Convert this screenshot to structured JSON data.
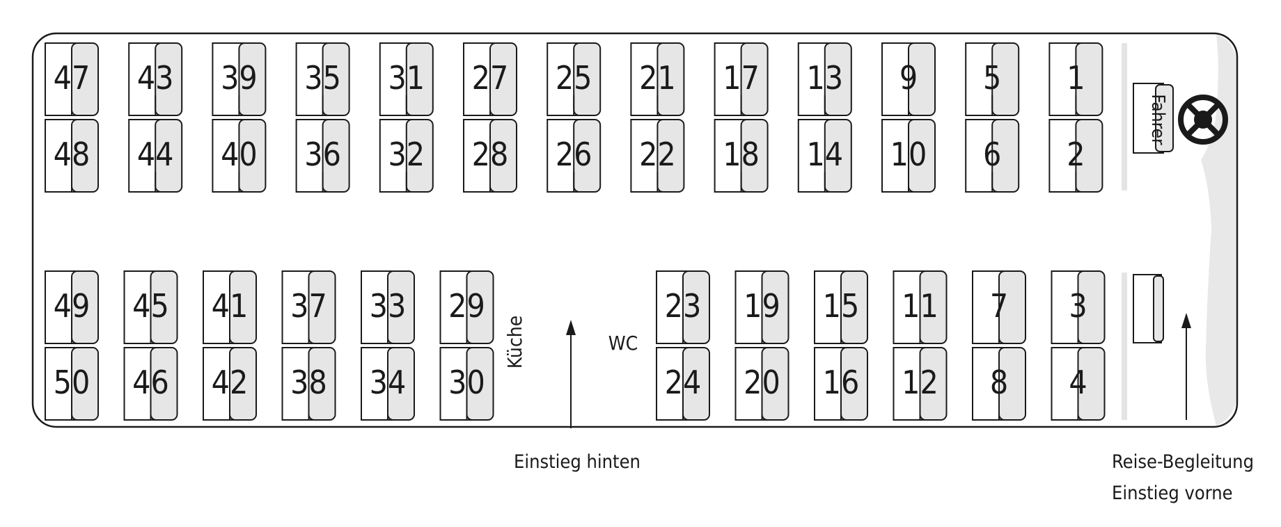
{
  "seats": {
    "upper_row1": [
      "47",
      "43",
      "39",
      "35",
      "31",
      "27",
      "25",
      "21",
      "17",
      "13",
      "9",
      "5",
      "1"
    ],
    "upper_row2": [
      "48",
      "44",
      "40",
      "36",
      "32",
      "28",
      "26",
      "22",
      "18",
      "14",
      "10",
      "6",
      "2"
    ],
    "lower_rear_row1": [
      "49",
      "45",
      "41",
      "37",
      "33",
      "29"
    ],
    "lower_rear_row2": [
      "50",
      "46",
      "42",
      "38",
      "34",
      "30"
    ],
    "lower_front_row1": [
      "23",
      "19",
      "15",
      "11",
      "7",
      "3"
    ],
    "lower_front_row2": [
      "24",
      "20",
      "16",
      "12",
      "8",
      "4"
    ]
  },
  "labels": {
    "driver": "Fahrer",
    "kitchen": "Küche",
    "wc": "WC",
    "rear_entry": "Einstieg hinten",
    "front_entry_line1": "Reise-Begleitung",
    "front_entry_line2": "Einstieg vorne"
  },
  "icons": {
    "steering_wheel": "steering-wheel-icon",
    "arrow": "arrow-up-icon"
  },
  "colors": {
    "outline": "#1a1a1a",
    "seat_back": "#e6e6e6",
    "windshield": "#e8e8e8"
  }
}
